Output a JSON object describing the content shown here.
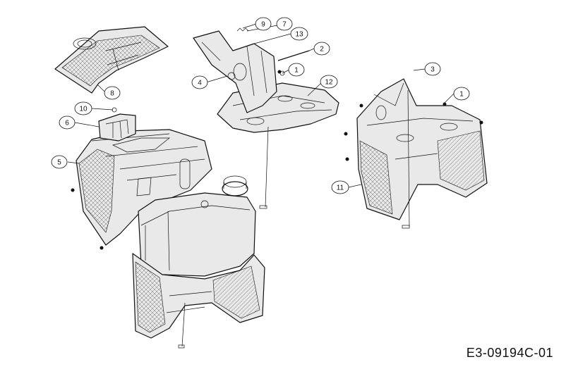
{
  "drawing": {
    "reference_code": "E3-09194C-01",
    "callouts": [
      {
        "id": "c1a",
        "label": "1"
      },
      {
        "id": "c1b",
        "label": "1"
      },
      {
        "id": "c2",
        "label": "2"
      },
      {
        "id": "c3",
        "label": "3"
      },
      {
        "id": "c4",
        "label": "4"
      },
      {
        "id": "c5",
        "label": "5"
      },
      {
        "id": "c6",
        "label": "6"
      },
      {
        "id": "c7",
        "label": "7"
      },
      {
        "id": "c8",
        "label": "8"
      },
      {
        "id": "c9",
        "label": "9"
      },
      {
        "id": "c10",
        "label": "10"
      },
      {
        "id": "c11",
        "label": "11"
      },
      {
        "id": "c12",
        "label": "12"
      },
      {
        "id": "c13",
        "label": "13"
      }
    ]
  }
}
